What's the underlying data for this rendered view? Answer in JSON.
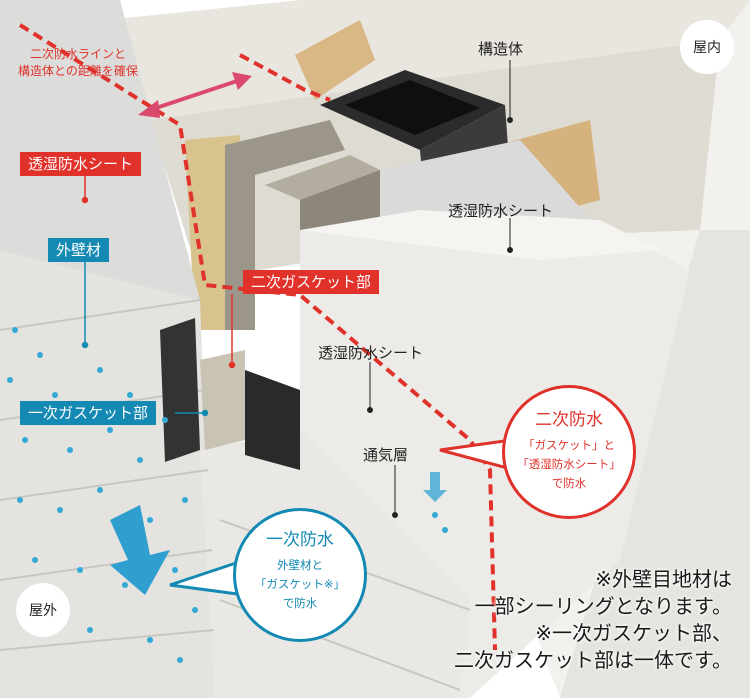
{
  "labels": {
    "distance_line1": "二次防水ラインと",
    "distance_line2": "構造体との距離を確保",
    "structure": "構造体",
    "indoor": "屋内",
    "outdoor": "屋外",
    "moisture_sheet_tag": "透湿防水シート",
    "moisture_sheet_right": "透湿防水シート",
    "moisture_sheet_mid": "透湿防水シート",
    "exterior_wall": "外壁材",
    "secondary_gasket": "二次ガスケット部",
    "primary_gasket": "一次ガスケット部",
    "air_layer": "通気層"
  },
  "bubble_secondary": {
    "title": "二次防水",
    "line1": "「ガスケット」と",
    "line2": "「透湿防水シート」",
    "line3": "で防水"
  },
  "bubble_primary": {
    "title": "一次防水",
    "line1": "外壁材と",
    "line2": "「ガスケット※」",
    "line3": "で防水"
  },
  "notes": {
    "line1": "※外壁目地材は",
    "line2": "一部シーリングとなります。",
    "line3": "※一次ガスケット部、",
    "line4": "二次ガスケット部は一体です。"
  },
  "colors": {
    "red": "#e0322b",
    "blue": "#1389b3",
    "insulation": "#ece7dc",
    "wood": "#d9b886"
  }
}
